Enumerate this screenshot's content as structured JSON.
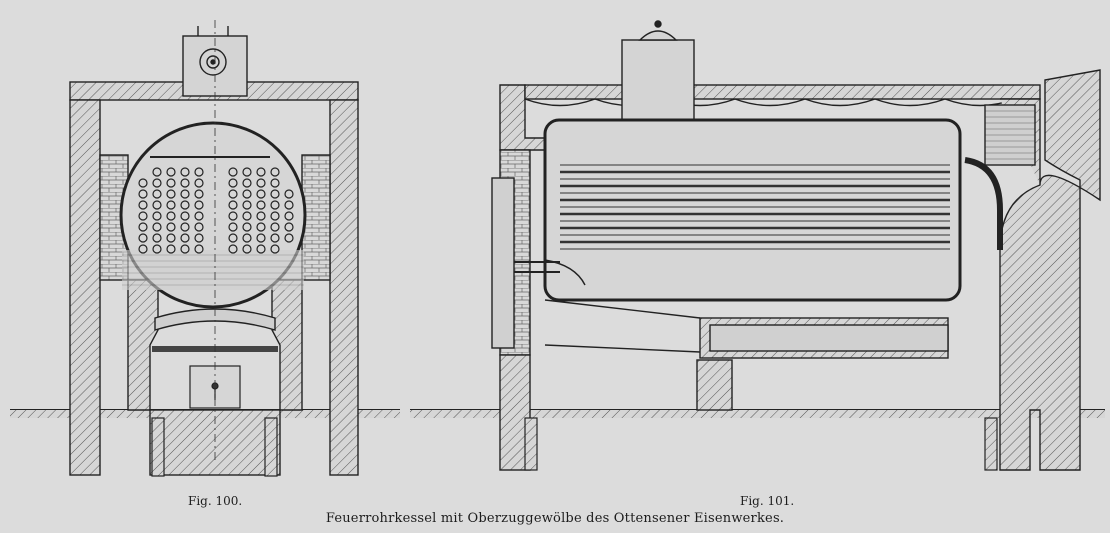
{
  "figures": {
    "left_label": "Fig. 100.",
    "right_label": "Fig. 101."
  },
  "caption": "Feuerrohrkessel mit Oberzuggewölbe des Ottensener Eisenwerkes."
}
